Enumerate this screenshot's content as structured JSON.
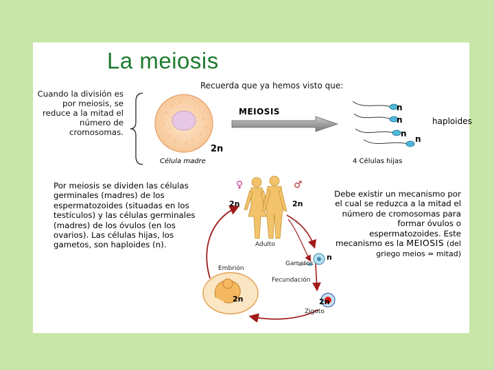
{
  "title": "La meiosis",
  "intro_text": "Cuando la división es por meiosis, se reduce a la mitad el número de cromosomas.",
  "top_diagram": {
    "heading": "Recuerda que ya hemos visto que:",
    "process_label": "MEIOSIS",
    "mother_cell_caption": "Célula madre",
    "mother_ploidy": "2n",
    "daughter_cells_caption": "4 Células hijas",
    "daughter_ploidy": "n",
    "daughters_label": "haploides"
  },
  "left_paragraph": "Por meiosis se dividen las células germinales (madres) de los espermatozoides (situadas en los testículos) y las células germinales (madres) de los óvulos (en los ovarios). Las células hijas, los gametos, son haploides (n).",
  "right_paragraph": {
    "text": "Debe existir un mecanismo por el cual se reduzca a la mitad el número de cromosomas para formar óvulos o espermatozoides. Este mecanismo es la",
    "keyword": "MEIOSIS",
    "note": "(del griego meios = mitad)"
  },
  "cycle": {
    "adult_label": "Adulto",
    "adult_ploidy_left": "2n",
    "adult_ploidy_right": "2n",
    "female_symbol": "♀",
    "male_symbol": "♂",
    "gametes_label": "Gametos",
    "gametes_ploidy": "n",
    "fertilization_label": "Fecundación",
    "zygote_label": "Zigoto",
    "zygote_ploidy": "2n",
    "embryo_label": "Embrión",
    "embryo_ploidy": "2n"
  },
  "colors": {
    "background": "#c8e6a8",
    "title": "#1f7a2e",
    "cycle_arrow": "#a11a1a",
    "figure_skin": "#f2c36b"
  }
}
